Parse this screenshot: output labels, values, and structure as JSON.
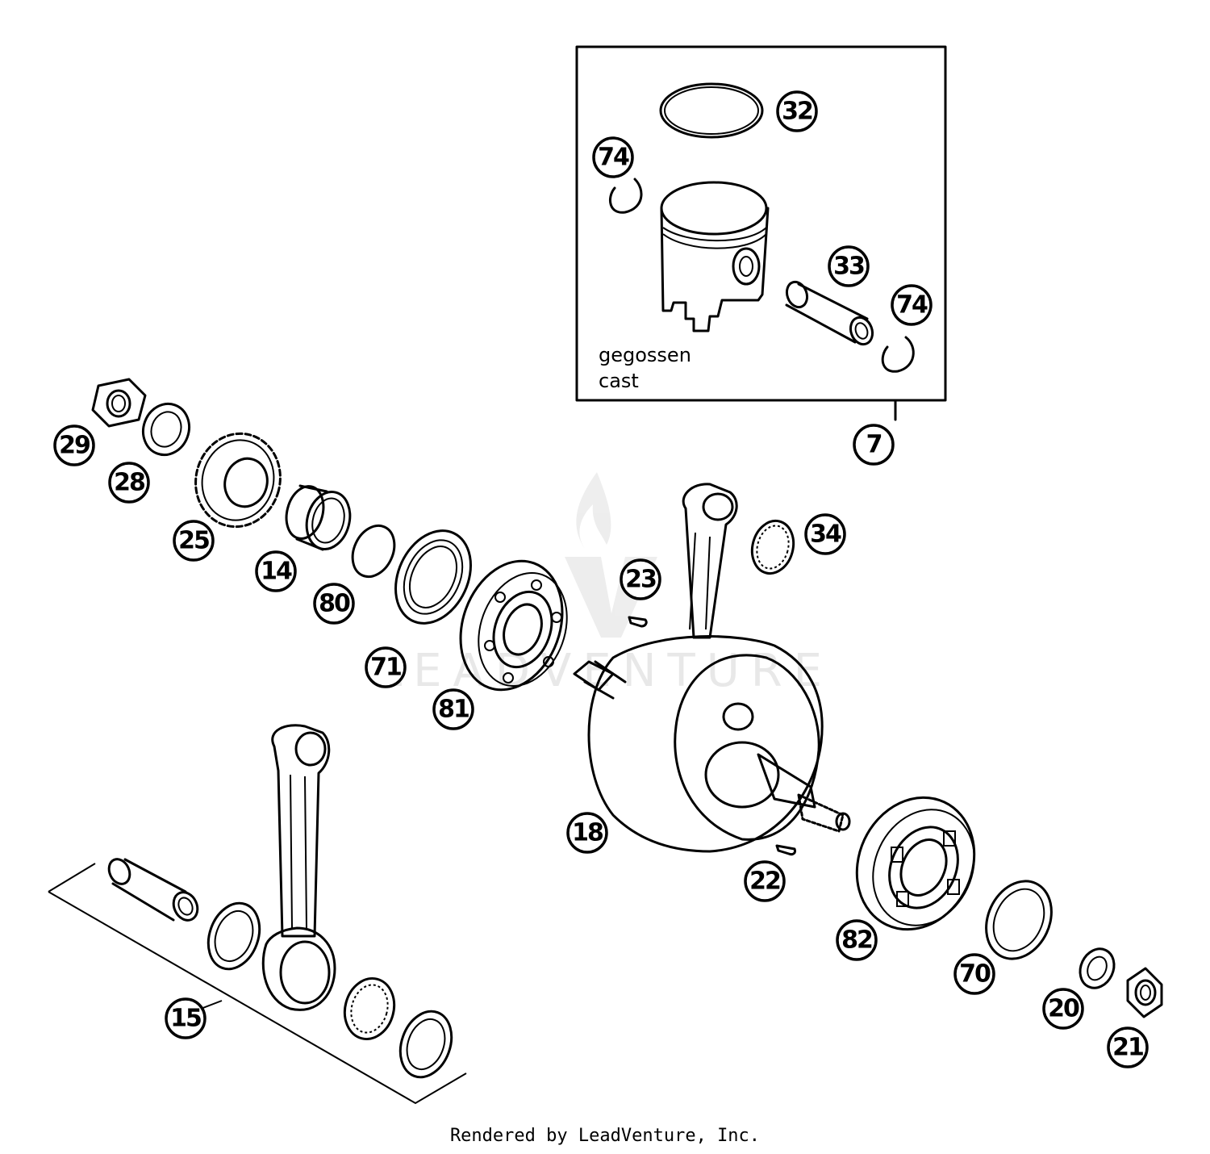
{
  "callouts": [
    {
      "id": "32",
      "label": "32"
    },
    {
      "id": "74a",
      "label": "74"
    },
    {
      "id": "33",
      "label": "33"
    },
    {
      "id": "74b",
      "label": "74"
    },
    {
      "id": "7",
      "label": "7"
    },
    {
      "id": "29",
      "label": "29"
    },
    {
      "id": "28",
      "label": "28"
    },
    {
      "id": "25",
      "label": "25"
    },
    {
      "id": "14",
      "label": "14"
    },
    {
      "id": "80",
      "label": "80"
    },
    {
      "id": "71",
      "label": "71"
    },
    {
      "id": "81",
      "label": "81"
    },
    {
      "id": "23",
      "label": "23"
    },
    {
      "id": "34",
      "label": "34"
    },
    {
      "id": "18",
      "label": "18"
    },
    {
      "id": "22",
      "label": "22"
    },
    {
      "id": "82",
      "label": "82"
    },
    {
      "id": "70",
      "label": "70"
    },
    {
      "id": "20",
      "label": "20"
    },
    {
      "id": "21",
      "label": "21"
    },
    {
      "id": "15",
      "label": "15"
    }
  ],
  "piston_note": {
    "line1": "gegossen",
    "line2": "cast"
  },
  "watermark": "LEADVENTURE",
  "footer": "Rendered by LeadVenture, Inc."
}
